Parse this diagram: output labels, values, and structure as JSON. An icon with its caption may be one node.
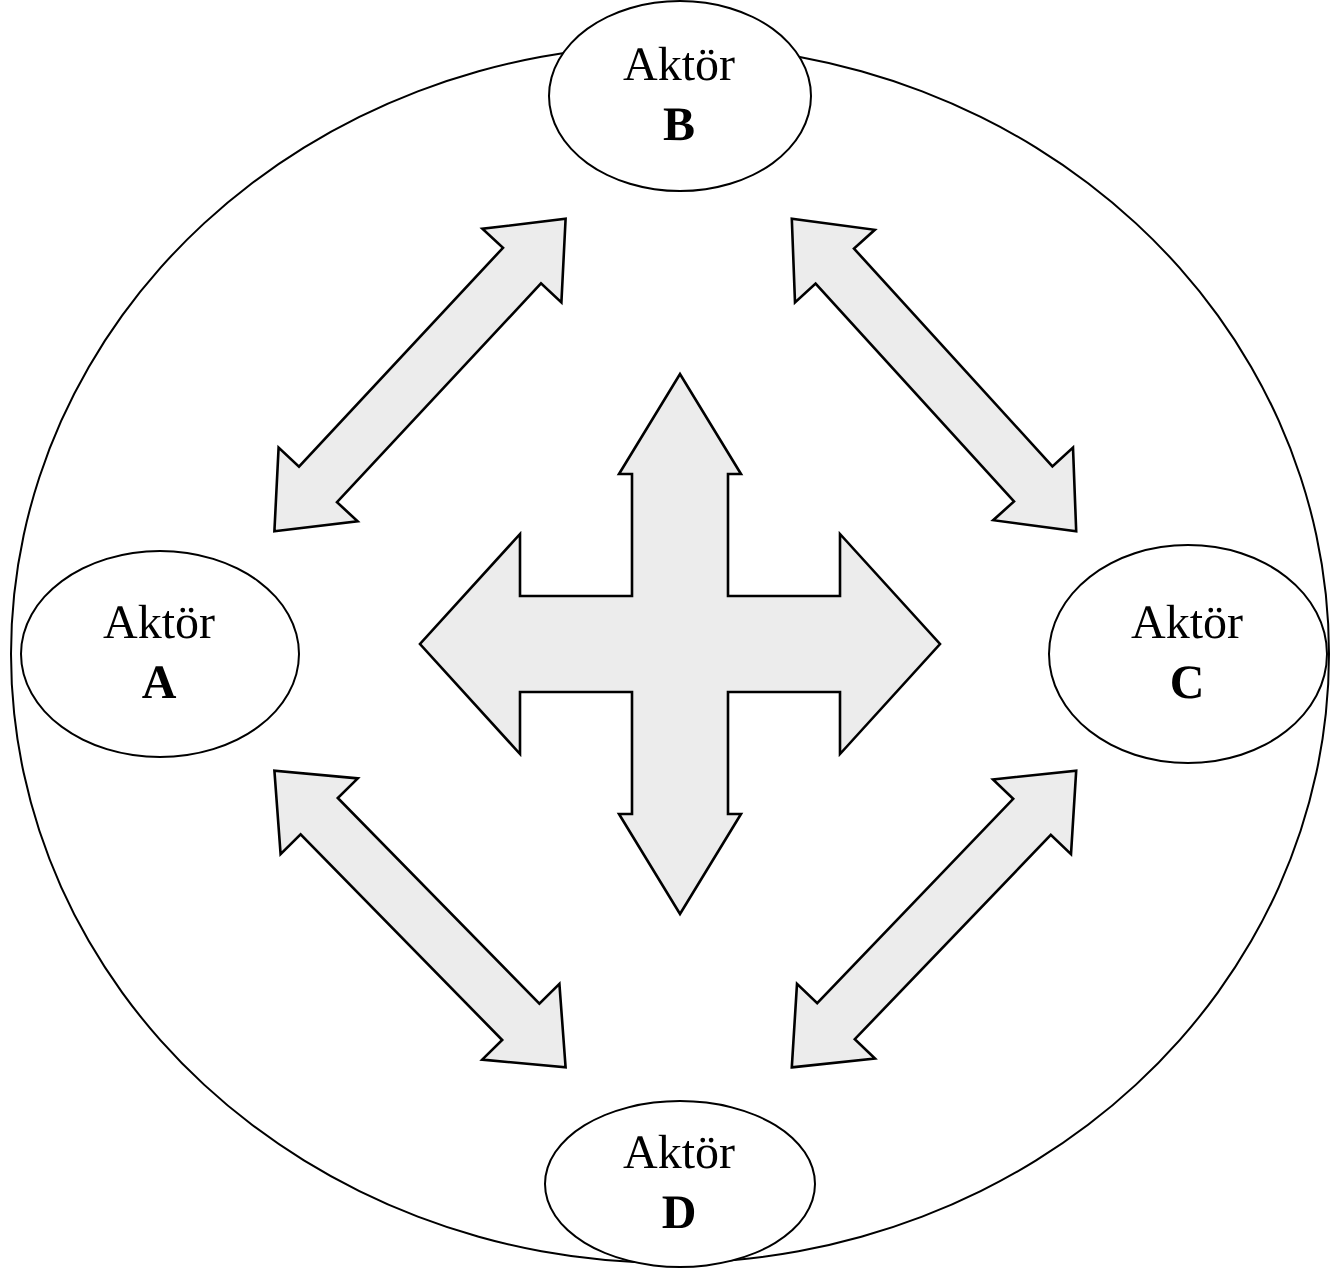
{
  "diagram": {
    "nodes": [
      {
        "text": [],
        "shape": "circle"
      },
      {
        "text": [
          "Aktör **B**"
        ],
        "in": 0
      },
      {
        "text": [
          "Aktör **A**"
        ],
        "in": 0
      },
      {
        "text": [
          "Aktör **C**"
        ],
        "in": 0
      },
      {
        "text": [
          "Aktör **D**"
        ],
        "in": 0
      }
    ],
    "edges": [
      {
        "from": 2,
        "to": 1,
        "arrow": "both"
      },
      {
        "from": 1,
        "to": 3,
        "arrow": "both"
      },
      {
        "from": 2,
        "to": 4,
        "arrow": "both"
      },
      {
        "from": 4,
        "to": 3,
        "arrow": "both"
      },
      {
        "from": 2,
        "to": 3,
        "arrow": "both"
      },
      {
        "from": 1,
        "to": 4,
        "arrow": "both"
      }
    ]
  }
}
